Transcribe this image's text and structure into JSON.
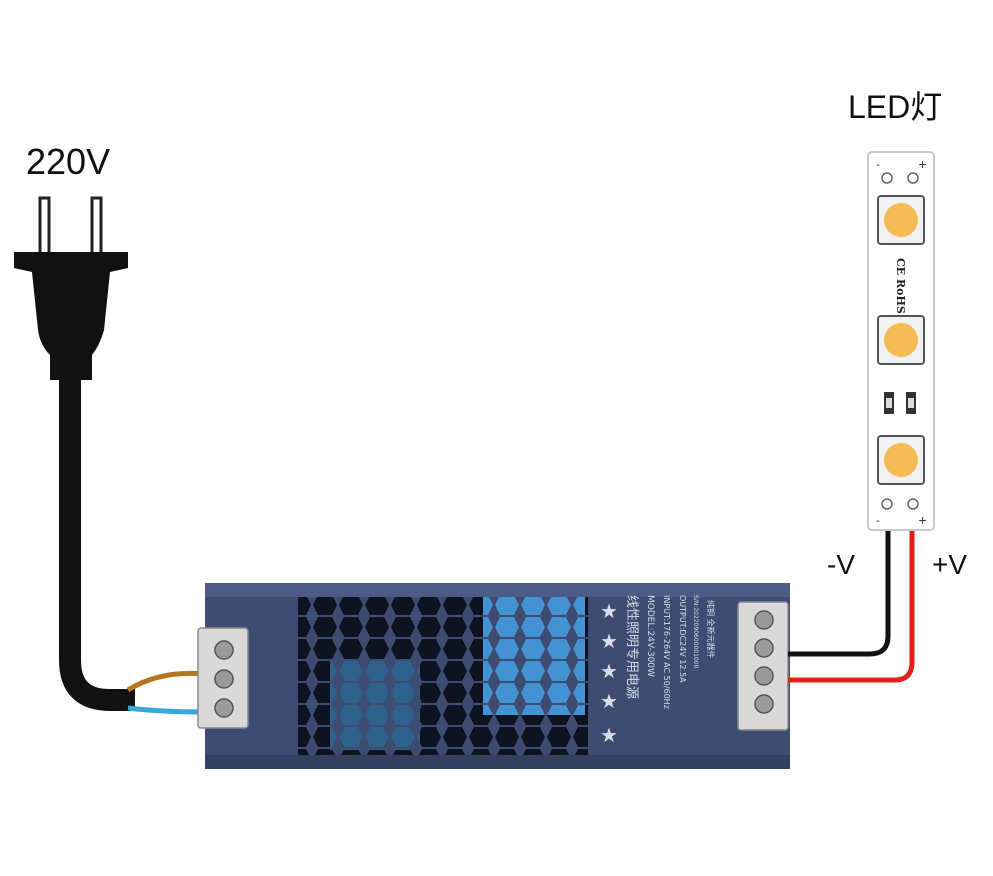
{
  "labels": {
    "mains_voltage": "220V",
    "led_title": "LED灯",
    "neg_label": "-V",
    "pos_label": "+V"
  },
  "psu": {
    "title": "线性照明专用电源",
    "model": "MODEL:24V-300W",
    "input": "INPUT:176-264V AC 50/60Hz",
    "output": "OUTPUT:DC24V 12.5A",
    "serial": "S/N:2022090600001000",
    "extra": "纯铜 全新元器件",
    "stars": [
      "★",
      "★",
      "★",
      "★",
      "★"
    ]
  },
  "strip": {
    "marks": "CE RoHS",
    "pad_minus": "-",
    "pad_plus": "+"
  },
  "colors": {
    "cable": "#111111",
    "psu_body": "#3e4c72",
    "psu_mesh_glow": "#4aa0e6",
    "live_wire": "#b5761f",
    "neutral_wire": "#3aa6dc",
    "neg_wire": "#111111",
    "pos_wire": "#e0201a",
    "led_chip": "#f5bb56"
  }
}
